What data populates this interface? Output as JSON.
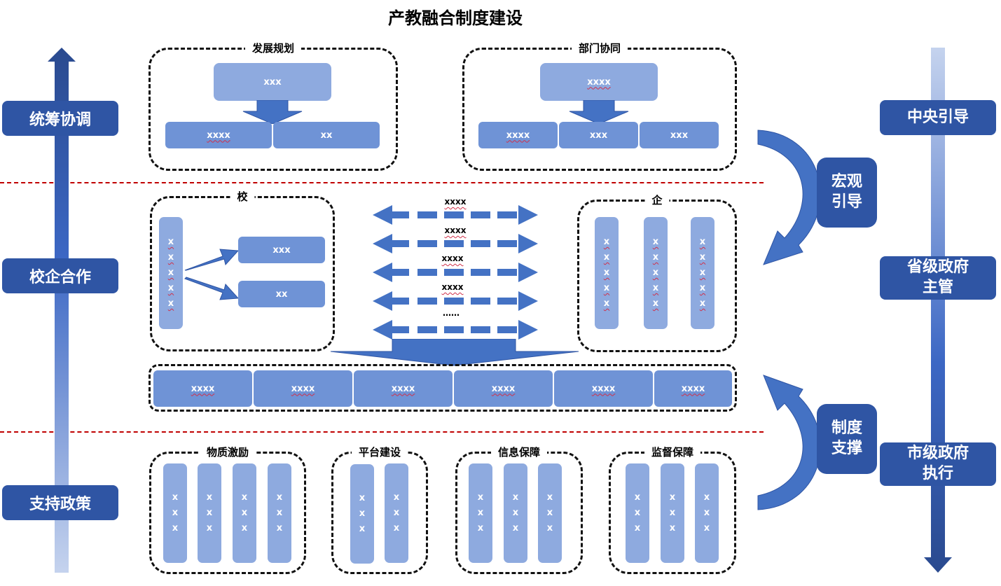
{
  "title": "产教融合制度建设",
  "left_axis": {
    "labels": [
      "统筹协调",
      "校企合作",
      "支持政策"
    ],
    "direction": "up"
  },
  "right_axis": {
    "labels": [
      "中央引导",
      "省级政府\n主管",
      "市级政府\n执行"
    ],
    "direction": "down"
  },
  "middle_labels": {
    "top": "宏观\n引导",
    "bottom": "制度\n支撑"
  },
  "sections": {
    "development_planning": {
      "title": "发展规划",
      "top": "xxx",
      "bottom": [
        "xxxx",
        "xx"
      ]
    },
    "department_coordination": {
      "title": "部门协同",
      "top": "xxxx",
      "bottom": [
        "xxxx",
        "xxx",
        "xxx"
      ]
    },
    "school": {
      "title": "校",
      "column": [
        "x",
        "x",
        "x",
        "x",
        "x"
      ],
      "targets": [
        "xxx",
        "xx"
      ]
    },
    "exchange": {
      "labels": [
        "xxxx",
        "xxxx",
        "xxxx",
        "xxxx",
        "……"
      ]
    },
    "enterprise": {
      "title": "企",
      "columns": [
        [
          "x",
          "x",
          "x",
          "x",
          "x"
        ],
        [
          "x",
          "x",
          "x",
          "x",
          "x"
        ],
        [
          "x",
          "x",
          "x",
          "x",
          "x"
        ]
      ]
    },
    "outcomes": [
      "xxxx",
      "xxxx",
      "xxxx",
      "xxxx",
      "xxxx",
      "xxxx"
    ],
    "policies": [
      {
        "title": "物质激励",
        "columns": [
          [
            "x",
            "x",
            "x"
          ],
          [
            "x",
            "x",
            "x"
          ],
          [
            "x",
            "x",
            "x"
          ],
          [
            "x",
            "x",
            "x"
          ]
        ]
      },
      {
        "title": "平台建设",
        "columns": [
          [
            "x",
            "x",
            "x"
          ],
          [
            "x",
            "x",
            "x"
          ]
        ]
      },
      {
        "title": "信息保障",
        "columns": [
          [
            "x",
            "x",
            "x"
          ],
          [
            "x",
            "x",
            "x"
          ],
          [
            "x",
            "x",
            "x"
          ]
        ]
      },
      {
        "title": "监督保障",
        "columns": [
          [
            "x",
            "x",
            "x"
          ],
          [
            "x",
            "x",
            "x"
          ],
          [
            "x",
            "x",
            "x"
          ]
        ]
      }
    ]
  },
  "colors": {
    "navy": "#2f55a4",
    "light_box": "#8eaadf",
    "mid_box": "#6f93d6",
    "arrow": "#4472c4",
    "separator": "#c00000"
  }
}
